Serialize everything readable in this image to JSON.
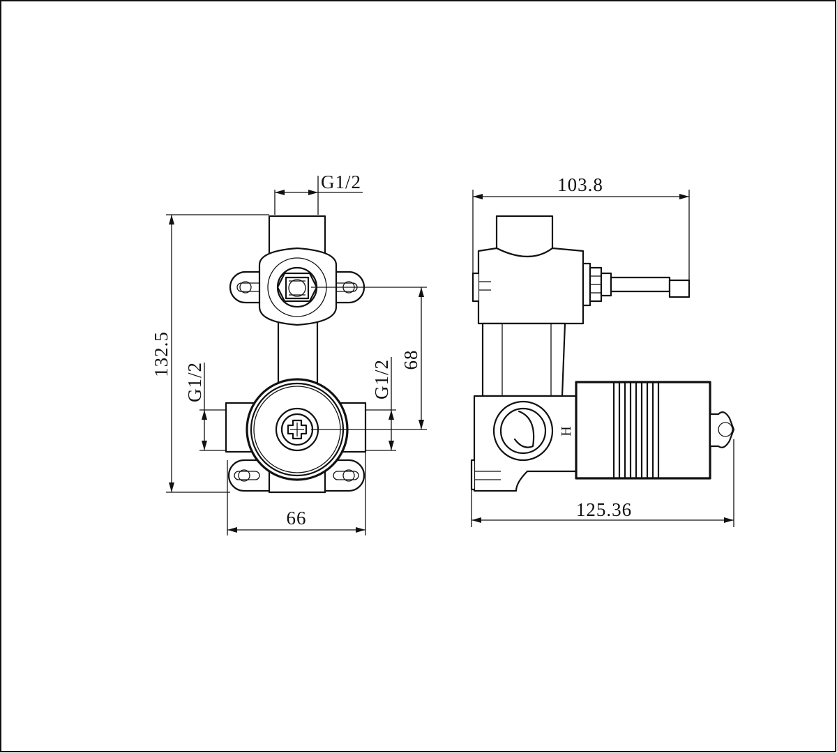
{
  "drawing": {
    "front_view": {
      "top_thread": "G1/2",
      "left_thread": "G1/2",
      "right_thread": "G1/2",
      "overall_height": "132.5",
      "center_distance": "68",
      "overall_width": "66"
    },
    "side_view": {
      "stem_length": "103.8",
      "overall_depth": "125.36",
      "hot_mark": "H"
    }
  }
}
